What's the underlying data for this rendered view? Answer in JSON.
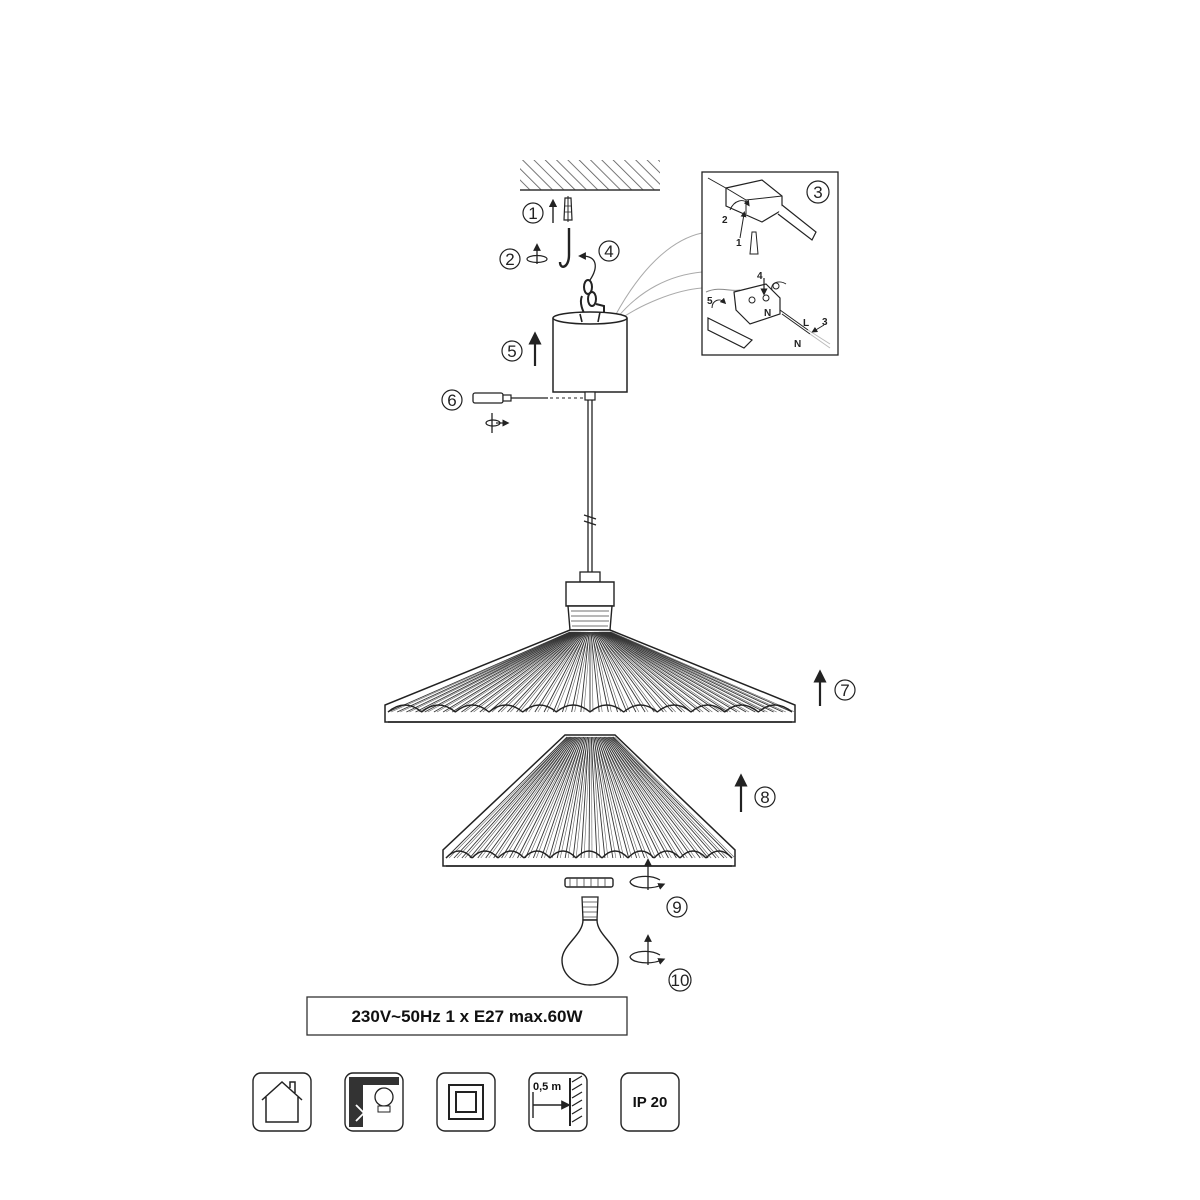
{
  "steps": {
    "s1": "1",
    "s2": "2",
    "s3": "3",
    "s4": "4",
    "s5": "5",
    "s6": "6",
    "s7": "7",
    "s8": "8",
    "s9": "9",
    "s10": "10"
  },
  "detail_labels": {
    "top_2": "2",
    "top_1": "1",
    "bottom_4": "4",
    "bottom_5": "5",
    "bottom_3": "3",
    "L": "L",
    "N_mid": "N",
    "N_out": "N"
  },
  "spec": {
    "text": "230V~50Hz  1 x E27 max.60W"
  },
  "icons": {
    "indoor": "indoor-use-icon",
    "no_dimmer": "no-dimmer-icon",
    "class2": "double-insulation-icon",
    "distance": {
      "icon": "min-distance-icon",
      "label": "0,5 m"
    },
    "ip": {
      "icon": "ip-rating-icon",
      "label": "IP 20"
    }
  }
}
